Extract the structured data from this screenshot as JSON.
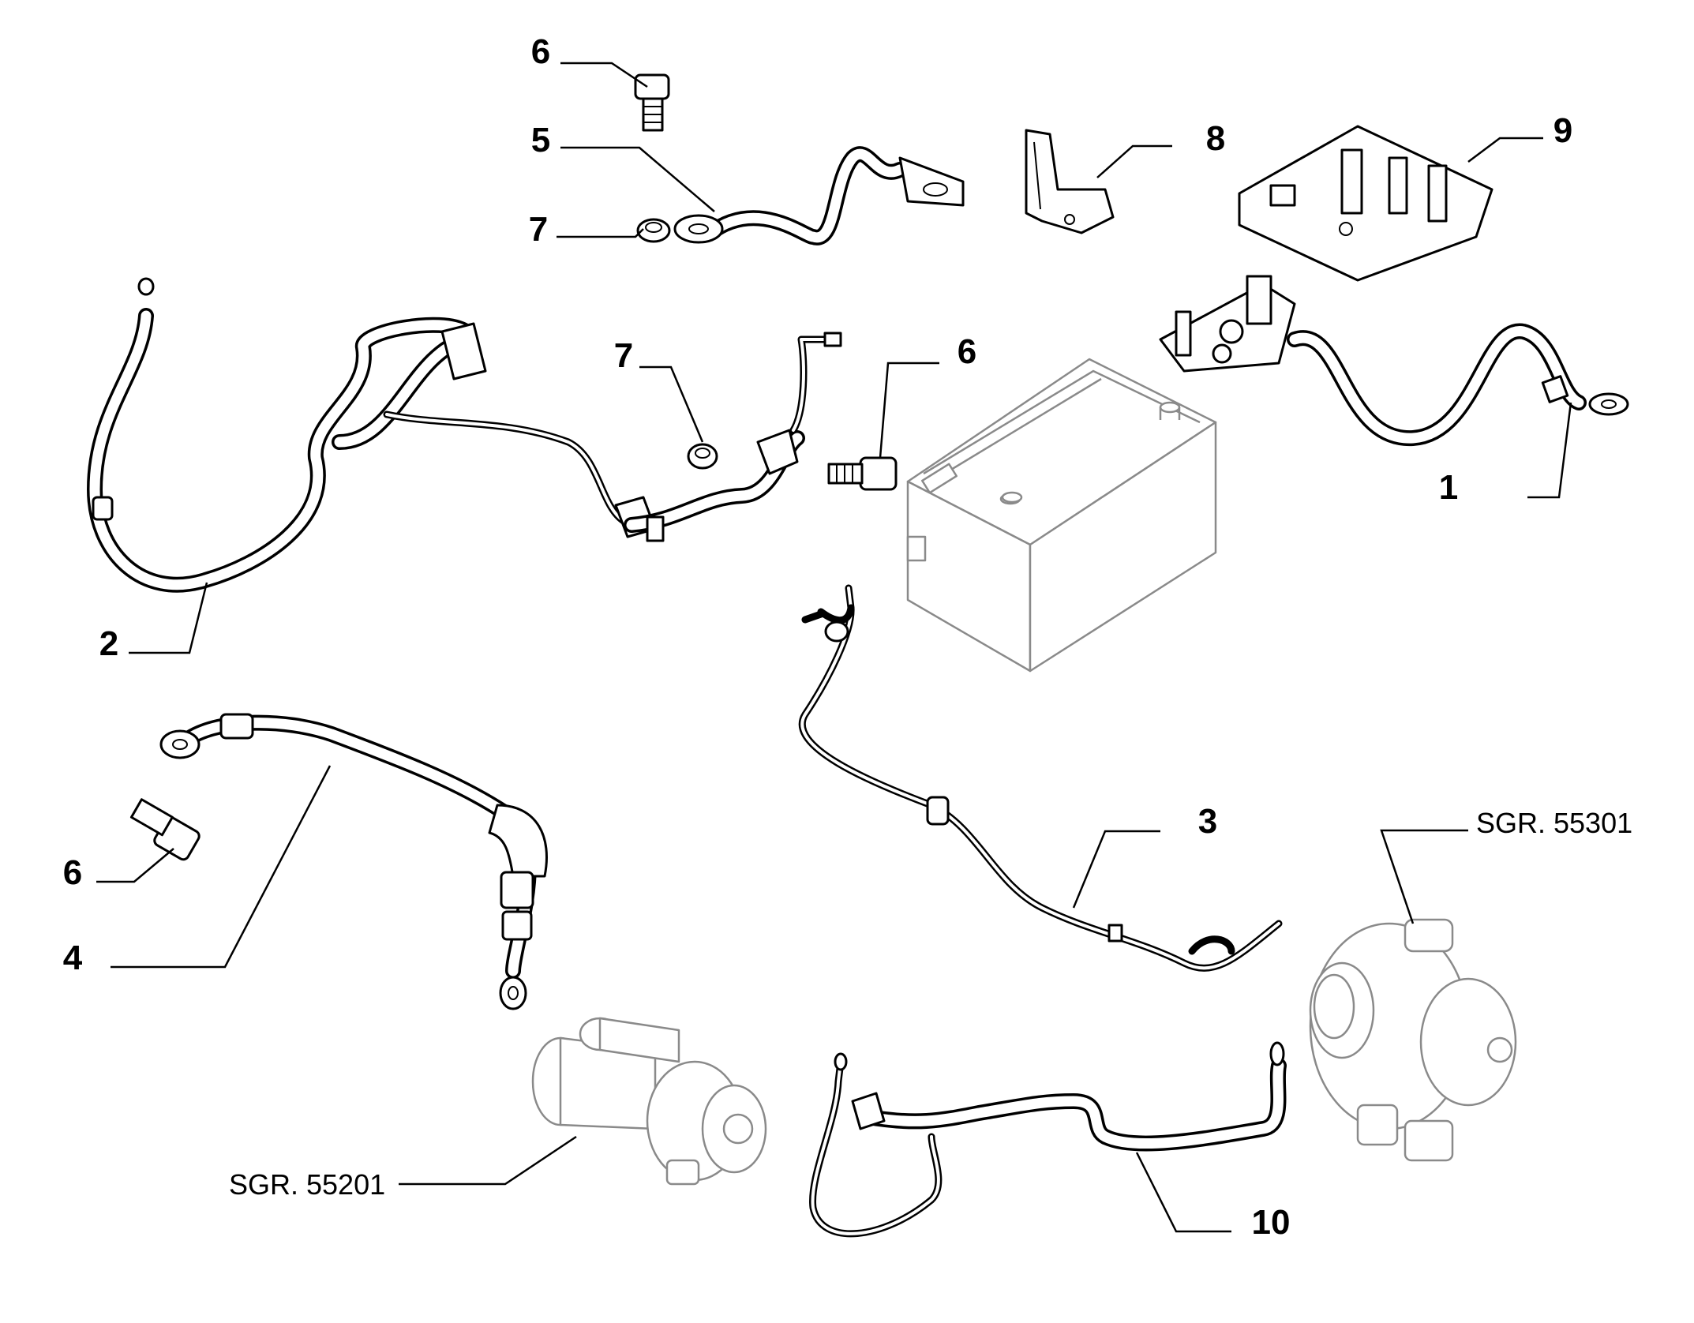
{
  "callouts": {
    "c1": "1",
    "c2": "2",
    "c3": "3",
    "c4": "4",
    "c5": "5",
    "c6_top": "6",
    "c6_mid": "6",
    "c6_left": "6",
    "c7_top": "7",
    "c7_mid": "7",
    "c8": "8",
    "c9": "9",
    "c10": "10"
  },
  "references": {
    "alternator": "SGR. 55301",
    "starter": "SGR. 55201"
  }
}
